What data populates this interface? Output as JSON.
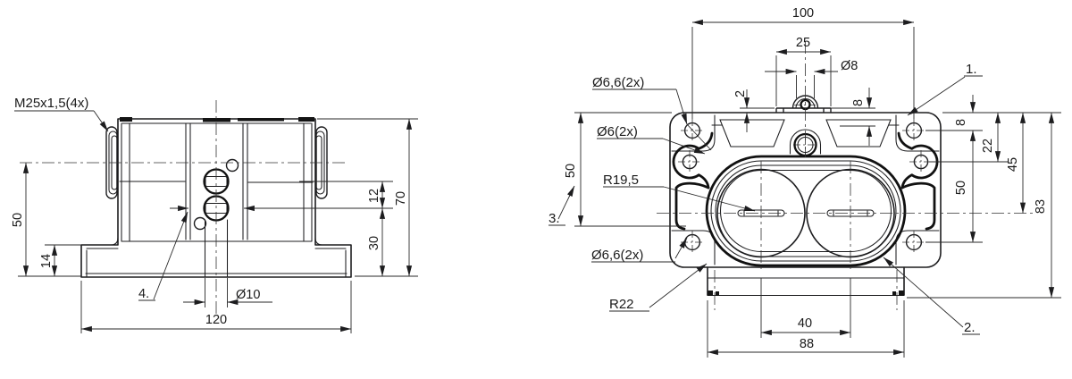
{
  "front_view": {
    "thread_label": "M25x1,5(4x)",
    "item4": "4.",
    "dims": {
      "axis_height": "50",
      "flange_thickness": "14",
      "base_width": "120",
      "base_hole": "Ø10",
      "screw_gap": "12",
      "lower_height": "30",
      "total_height": "70"
    }
  },
  "top_view": {
    "item1": "1.",
    "item2": "2.",
    "item3": "3.",
    "labels": {
      "corner_holes_top": "Ø6,6(2x)",
      "side_holes": "Ø6(2x)",
      "bore_radius": "R19,5",
      "corner_holes_bottom": "Ø6,6(2x)",
      "channel_radius": "R22"
    },
    "dims": {
      "pattern_width": "100",
      "boss_pad_width": "25",
      "boss_hole": "Ø8",
      "pad_height": "2",
      "boss_depth": "8",
      "left_height": "50",
      "edge_to_top_holes": "8",
      "edge_to_side_holes": "22",
      "edge_to_axis": "45",
      "pattern_height": "50",
      "overall_depth": "83",
      "bore_spacing": "40",
      "body_width": "88"
    }
  },
  "colors": {
    "line": "#1d1d1f",
    "background": "#ffffff"
  }
}
